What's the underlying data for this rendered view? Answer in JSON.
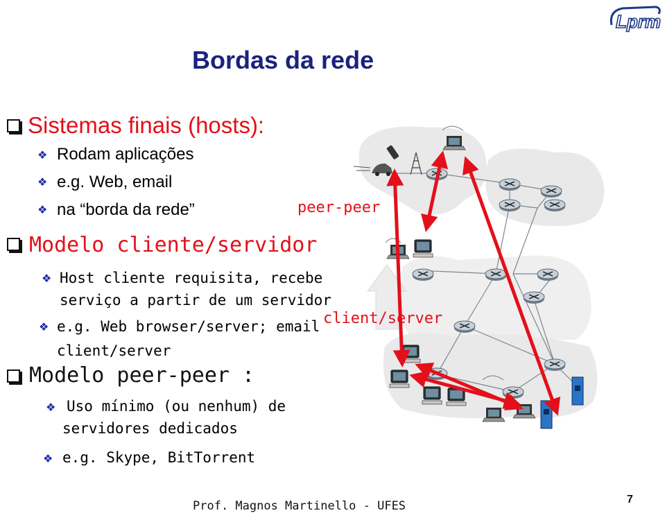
{
  "title": "Bordas da rede",
  "logo_text": "Lprm",
  "sections": {
    "hosts": {
      "heading": "Sistemas finais (hosts):",
      "items": [
        "Rodam aplicações",
        "e.g. Web, email",
        "na “borda da rede”"
      ]
    },
    "client_server": {
      "heading": "Modelo cliente/servidor",
      "item1_line1": "Host cliente requisita, recebe",
      "item1_line2": "serviço a partir de um servidor",
      "item2_line1": "e.g. Web browser/server; email",
      "item2_line2": "client/server"
    },
    "peer_peer": {
      "heading": "Modelo peer-peer :",
      "item1_line1": "Uso mínimo (ou nenhum) de",
      "item1_line2": "servidores dedicados",
      "item2": "e.g. Skype,  BitTorrent"
    }
  },
  "diagram": {
    "label_peer": "peer-peer",
    "label_client": "client/server"
  },
  "footer": "Prof. Magnos Martinello - UFES",
  "page_number": "7",
  "colors": {
    "title": "#1a237e",
    "heading": "#e3101a",
    "arrow": "#e3101a",
    "cloud": "#e9e9e9"
  }
}
